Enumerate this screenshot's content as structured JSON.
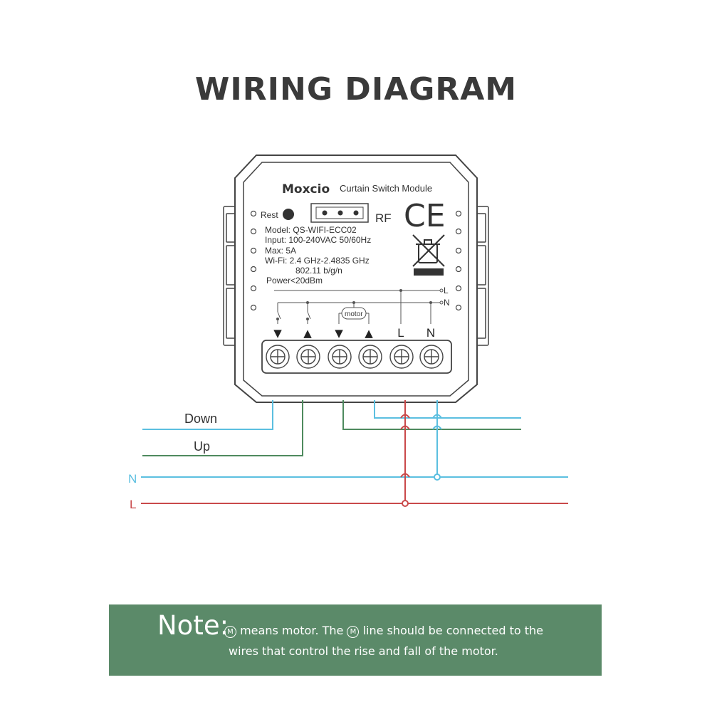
{
  "title": "WIRING DIAGRAM",
  "module": {
    "brand": "Moxcio",
    "product_name": "Curtain Switch Module",
    "reset_label": "Rest",
    "rf_label": "RF",
    "ce_mark": "CE",
    "specs": {
      "model": "Model:  QS-WIFI-ECC02",
      "input": "Input:  100-240VAC 50/60Hz",
      "max": "Max:  5A",
      "wifi": "Wi-Fi: 2.4 GHz-2.4835 GHz",
      "wifi_std": "802.11 b/g/n",
      "power": "Power<20dBm"
    },
    "bus_labels": {
      "l": "L",
      "n": "N"
    },
    "motor_label": "motor",
    "terminal_labels": [
      "▼",
      "▲",
      "▼",
      "▲",
      "L",
      "N"
    ]
  },
  "wires": {
    "down_label": "Down",
    "up_label": "Up",
    "n_label": "N",
    "l_label": "L",
    "colors": {
      "blue": "#5bbfe0",
      "green": "#4e8a5e",
      "red": "#c9494a",
      "frame": "#444444"
    }
  },
  "note": {
    "label": "Note:",
    "m_symbol": "M",
    "line1_a": "means motor. The",
    "line1_b": "line should be connected to the",
    "line2": "wires that control the rise and fall of the motor."
  }
}
